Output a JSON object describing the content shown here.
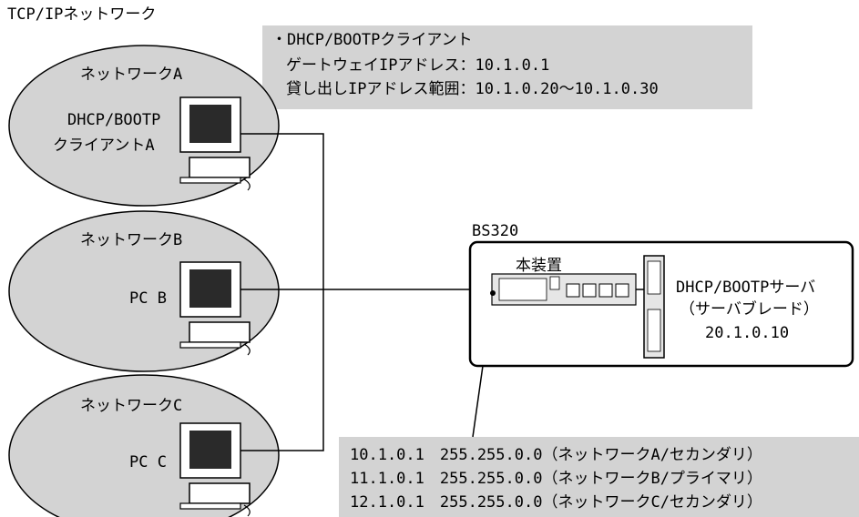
{
  "title": "TCP/IPネットワーク",
  "dhcp_settings": {
    "line1": "・DHCP/BOOTPクライアント",
    "line2": "ゲートウェイIPアドレス：10.1.0.1",
    "line3": "貸し出しIPアドレス範囲：10.1.0.20～10.1.0.30"
  },
  "networks": [
    {
      "label": "ネットワークA",
      "pc_line1": "DHCP/BOOTP",
      "pc_line2": "クライアントA"
    },
    {
      "label": "ネットワークB",
      "pc_line1": "PC B"
    },
    {
      "label": "ネットワークC",
      "pc_line1": "PC C"
    }
  ],
  "bs320": {
    "label": "BS320",
    "device_label": "本装置",
    "server_line1": "DHCP/BOOTPサーバ",
    "server_line2": "（サーバブレード）",
    "server_line3": "20.1.0.10"
  },
  "interfaces": [
    "10.1.0.1　255.255.0.0（ネットワークA/セカンダリ）",
    "11.1.0.1　255.255.0.0（ネットワークB/プライマリ）",
    "12.1.0.1　255.255.0.0（ネットワークC/セカンダリ）"
  ],
  "colors": {
    "shade": "#d3d3d3",
    "line": "#000000",
    "screen": "#2a2a2a"
  }
}
